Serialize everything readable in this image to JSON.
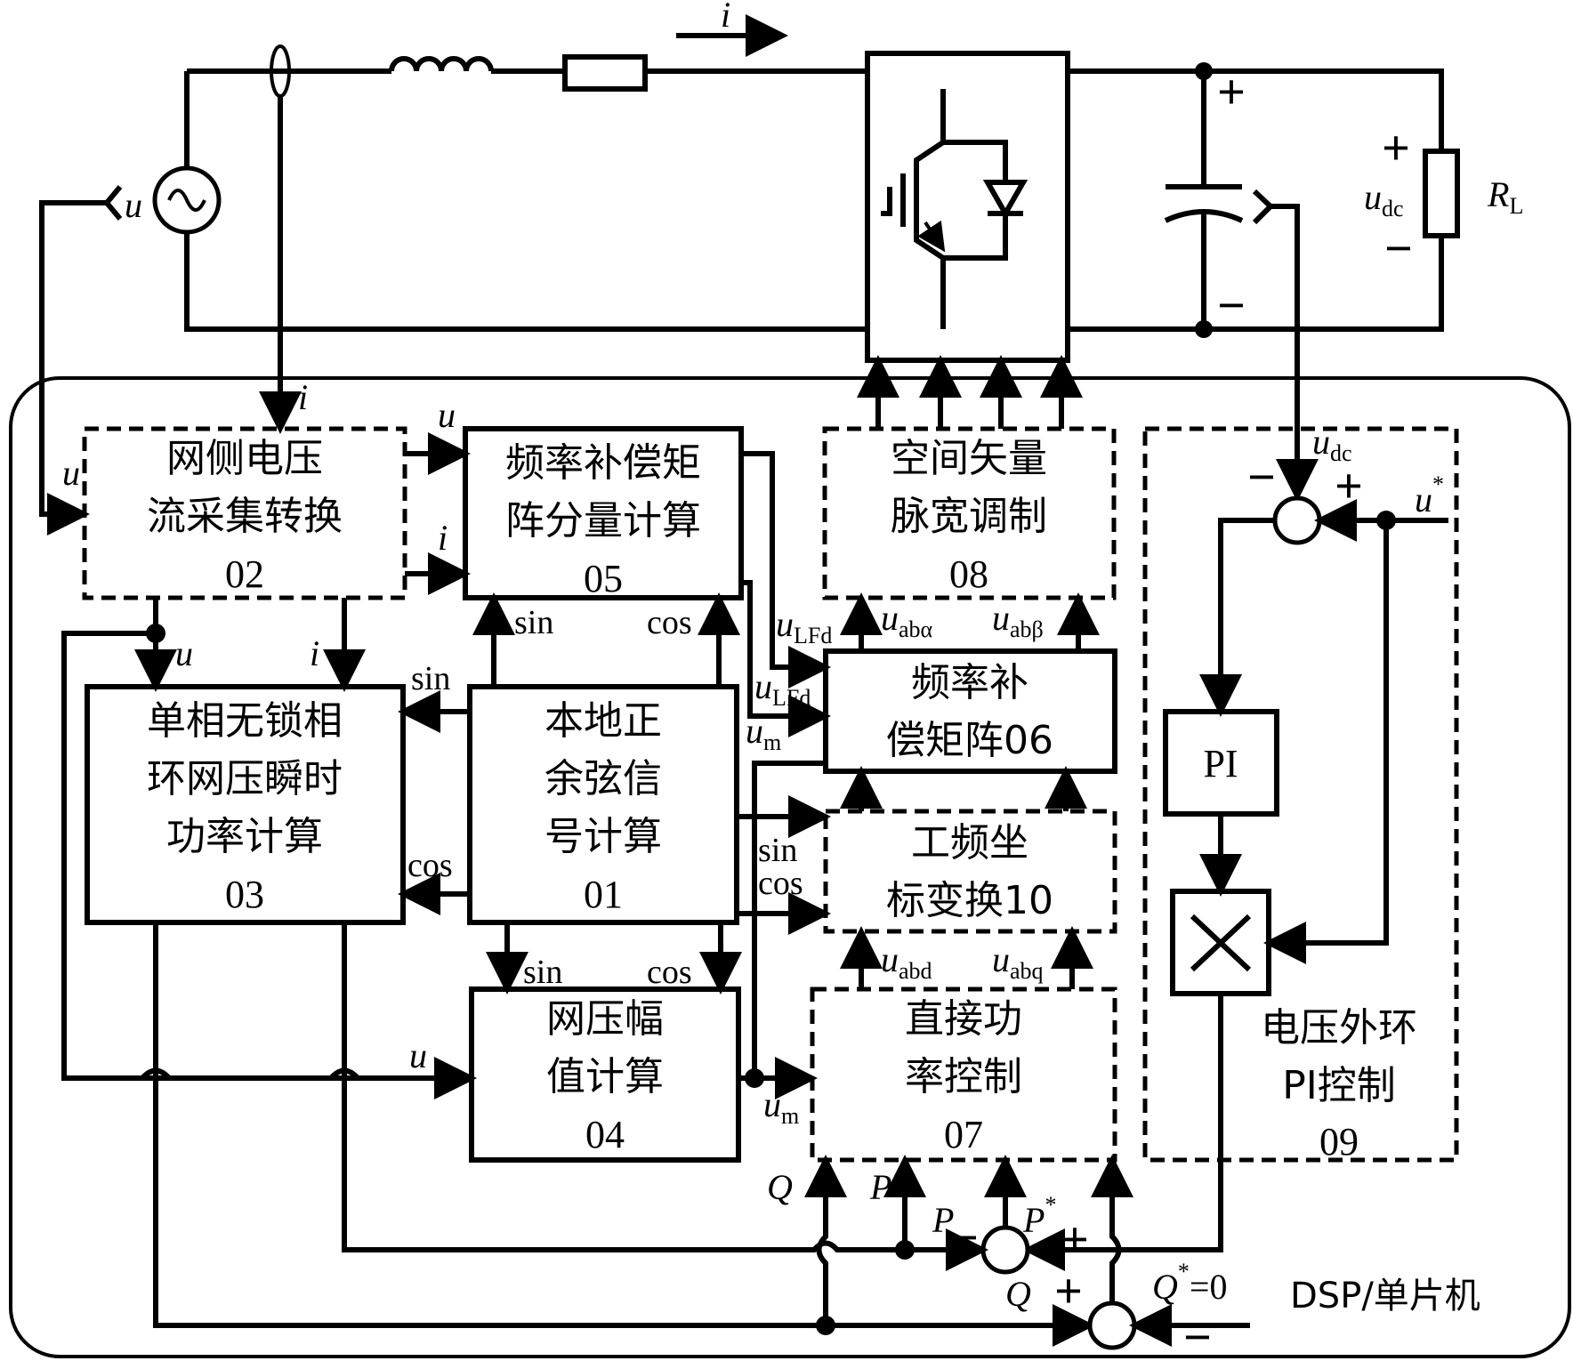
{
  "power_stage": {
    "current_label": "i",
    "source_label": "u",
    "dc_plus": "+",
    "dc_minus": "−",
    "load_plus": "+",
    "load_minus": "−",
    "udc_main": "u",
    "udc_sub": "dc",
    "rl_main": "R",
    "rl_sub": "L"
  },
  "controller": {
    "label": "DSP/单片机"
  },
  "blocks": {
    "b02": {
      "line1": "网侧电压",
      "line2": "流采集转换",
      "id": "02"
    },
    "b05": {
      "line1": "频率补偿矩",
      "line2": "阵分量计算",
      "id": "05"
    },
    "b08": {
      "line1": "空间矢量",
      "line2": "脉宽调制",
      "id": "08"
    },
    "b06": {
      "line1": "频率补",
      "line2": "偿矩阵06"
    },
    "b03": {
      "line1": "单相无锁相",
      "line2": "环网压瞬时",
      "line3": "功率计算",
      "id": "03"
    },
    "b01": {
      "line1": "本地正",
      "line2": "余弦信",
      "line3": "号计算",
      "id": "01"
    },
    "b10": {
      "line1": "工频坐",
      "line2": "标变换10"
    },
    "b04": {
      "line1": "网压幅",
      "line2": "值计算",
      "id": "04"
    },
    "b07": {
      "line1": "直接功",
      "line2": "率控制",
      "id": "07"
    },
    "b09": {
      "line1": "电压外环",
      "line2": "PI控制",
      "id": "09"
    },
    "pi": "PI",
    "mult": "×"
  },
  "signals": {
    "u": "u",
    "i": "i",
    "sin": "sin",
    "cos": "cos",
    "udc": {
      "main": "u",
      "sub": "dc"
    },
    "ustar": {
      "main": "u",
      "sup": "*"
    },
    "uLFd": {
      "main": "u",
      "sub": "LFd"
    },
    "um": {
      "main": "u",
      "sub": "m"
    },
    "uaba": {
      "main": "u",
      "sub": "abα"
    },
    "uabb": {
      "main": "u",
      "sub": "abβ"
    },
    "uabd": {
      "main": "u",
      "sub": "abd"
    },
    "uabq": {
      "main": "u",
      "sub": "abq"
    },
    "P": "P",
    "Q": "Q",
    "Pstar": {
      "main": "P",
      "sup": "*"
    },
    "Qstar": {
      "main": "Q",
      "sup": "*",
      "rest": "=0"
    },
    "plus": "+",
    "minus": "−"
  }
}
